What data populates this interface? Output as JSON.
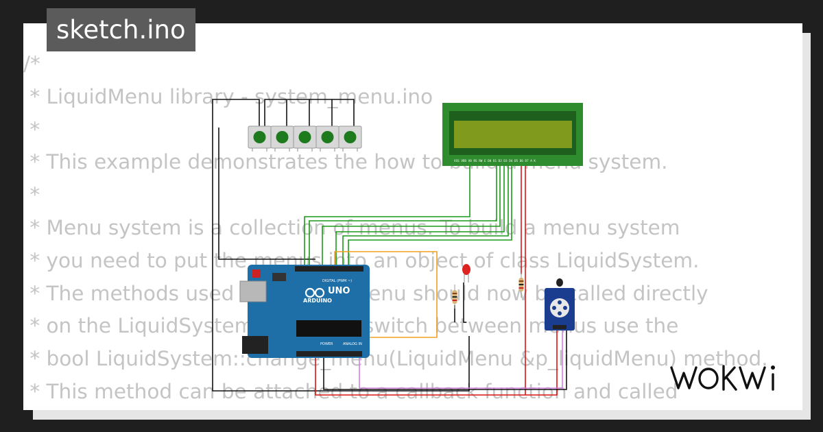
{
  "title": "sketch.ino",
  "code_lines": [
    "/*",
    " * LiquidMenu library - system_menu.ino",
    " *",
    " * This example demonstrates the how to build a menu system.",
    " *",
    " * Menu system is a collection of menus. To build a menu system",
    " * you need to put the menus into an object of class LiquidSystem.",
    " * The methods used with LiquidMenu should now be called directly",
    " * on the LiquidSystem object. To switch between menus use the",
    " * bool LiquidSystem::change_menu(LiquidMenu &p_liquidMenu) method.",
    " * This method can be attached to a callback function and called"
  ],
  "board": {
    "label": "UNO",
    "brand": "ARDUINO",
    "digital_label": "DIGITAL (PWM ~)",
    "power_label": "POWER",
    "analog_label": "ANALOG IN"
  },
  "lcd": {
    "pin_labels": "VSS VDD V0 RS RW E D0 D1 D2 D3 D4 D5 D6 D7 A K"
  },
  "logo": "WOKWI",
  "colors": {
    "background": "#1f1f1f",
    "card": "#ffffff",
    "code_text": "#c4c4c4",
    "tab": "#5b5b5b",
    "wire_green": "#1a9a1a",
    "wire_red": "#dd1111",
    "wire_orange": "#f0a020",
    "wire_black": "#111111",
    "wire_purple": "#d080e0",
    "arduino_blue": "#1e6fa8",
    "lcd_green": "#2e8b2e",
    "lcd_screen": "#7f9a1d",
    "button_green": "#1d7a1d"
  }
}
